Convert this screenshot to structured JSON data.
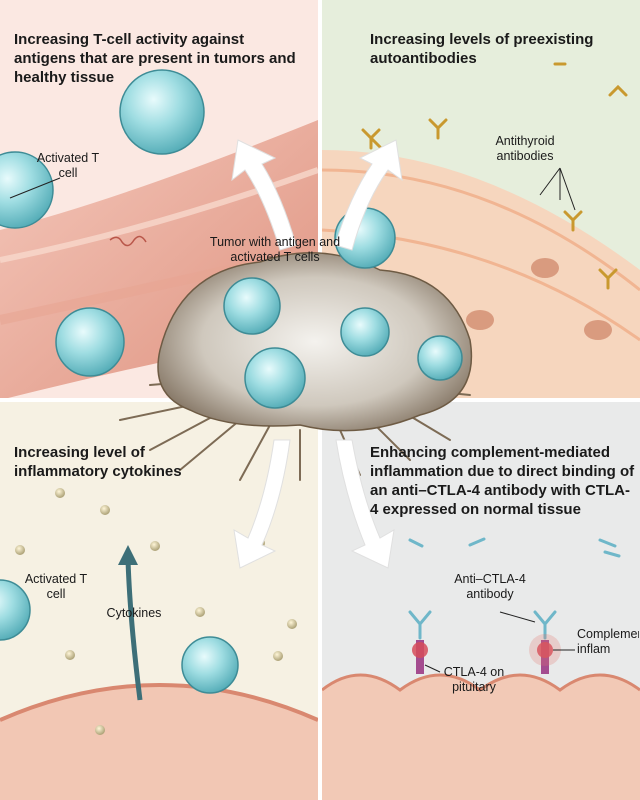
{
  "panels": {
    "top_left": {
      "title": "Increasing T-cell activity against antigens that are present in tumors and healthy tissue"
    },
    "top_right": {
      "title": "Increasing levels of preexisting autoantibodies"
    },
    "bottom_left": {
      "title": "Increasing level of inflammatory cytokines"
    },
    "bottom_right": {
      "title": "Enhancing complement-mediated inflammation due to direct binding of an anti–CTLA-4 antibody with CTLA-4 expressed on normal tissue"
    }
  },
  "labels": {
    "activated_t_cell_top": "Activated T cell",
    "tumor": "Tumor with antigen and activated T cells",
    "antithyroid": "Antithyroid antibodies",
    "activated_t_cell_bottom": "Activated T cell",
    "cytokines": "Cytokines",
    "anti_ctla4": "Anti–CTLA-4 antibody",
    "complement": "Complement inflam",
    "ctla4_pituitary": "CTLA-4 on pituitary"
  },
  "colors": {
    "background_tl": "#fbe8e2",
    "background_tr": "#e6eedc",
    "background_bl": "#f6f1e3",
    "background_br": "#e9eaea",
    "cell": "#9fdde2",
    "vessel": "#e9a08f",
    "arrow": "#ffffff"
  }
}
